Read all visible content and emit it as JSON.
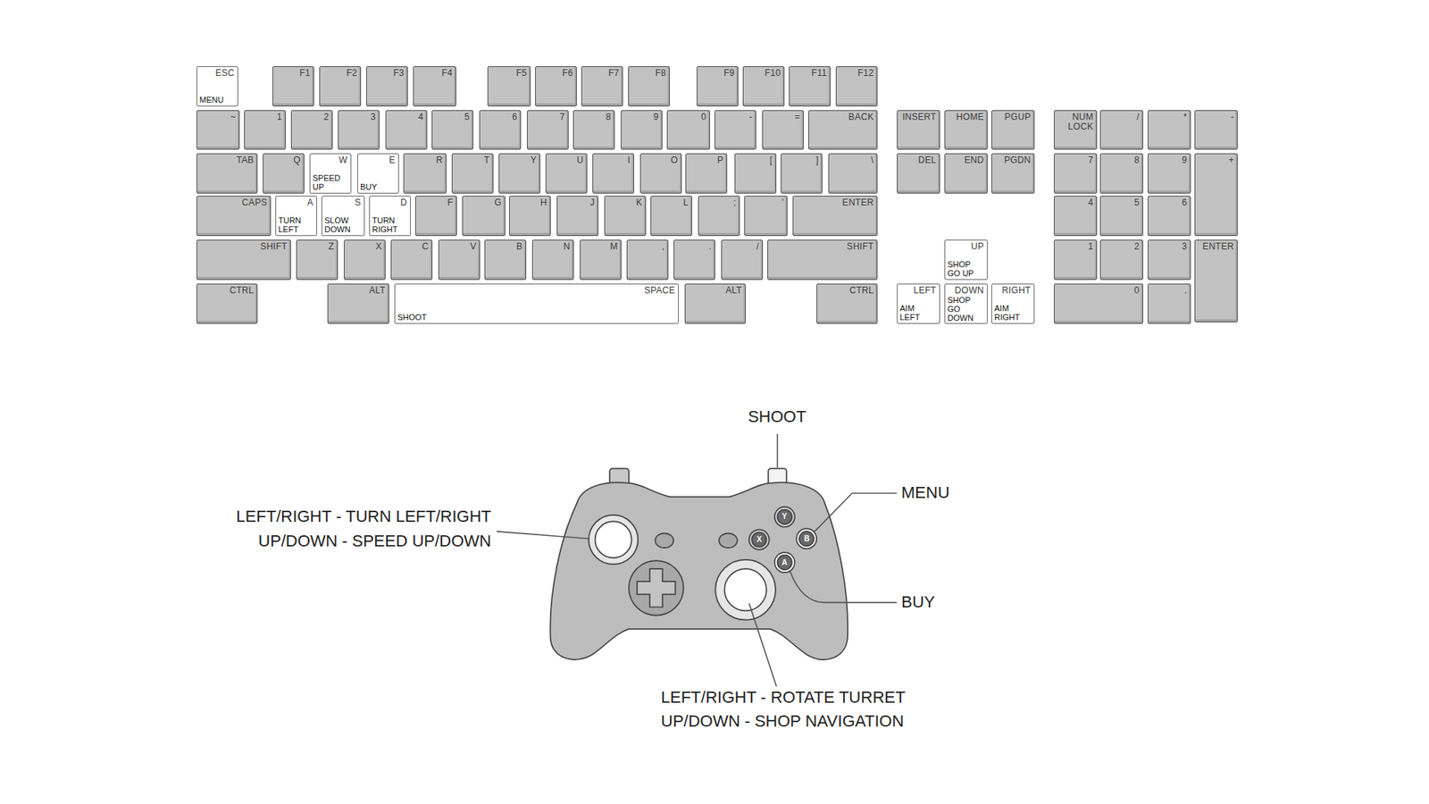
{
  "diagram": {
    "nodes": [
      {
        "text": [
          "ESC",
          "MENU"
        ]
      },
      {
        "text": [
          "F1"
        ]
      },
      {
        "text": [
          "F2"
        ]
      },
      {
        "text": [
          "F3"
        ]
      },
      {
        "text": [
          "F4"
        ]
      },
      {
        "text": [
          "F5"
        ]
      },
      {
        "text": [
          "F6"
        ]
      },
      {
        "text": [
          "F7"
        ]
      },
      {
        "text": [
          "F8"
        ]
      },
      {
        "text": [
          "F9"
        ]
      },
      {
        "text": [
          "F10"
        ]
      },
      {
        "text": [
          "F11"
        ]
      },
      {
        "text": [
          "F12"
        ]
      },
      {
        "text": [
          "~"
        ]
      },
      {
        "text": [
          "1"
        ]
      },
      {
        "text": [
          "2"
        ]
      },
      {
        "text": [
          "3"
        ]
      },
      {
        "text": [
          "4"
        ]
      },
      {
        "text": [
          "5"
        ]
      },
      {
        "text": [
          "6"
        ]
      },
      {
        "text": [
          "7"
        ]
      },
      {
        "text": [
          "8"
        ]
      },
      {
        "text": [
          "9"
        ]
      },
      {
        "text": [
          "0"
        ]
      },
      {
        "text": [
          "-"
        ]
      },
      {
        "text": [
          "="
        ]
      },
      {
        "text": [
          "BACK"
        ]
      },
      {
        "text": [
          "INSERT"
        ]
      },
      {
        "text": [
          "HOME"
        ]
      },
      {
        "text": [
          "PGUP"
        ]
      },
      {
        "text": [
          "NUM LOCK"
        ]
      },
      {
        "text": [
          "/"
        ]
      },
      {
        "text": [
          "*"
        ]
      },
      {
        "text": [
          "-"
        ]
      },
      {
        "text": [
          "TAB"
        ]
      },
      {
        "text": [
          "Q"
        ]
      },
      {
        "text": [
          "W",
          "SPEED UP"
        ]
      },
      {
        "text": [
          "E",
          "BUY"
        ]
      },
      {
        "text": [
          "R"
        ]
      },
      {
        "text": [
          "T"
        ]
      },
      {
        "text": [
          "Y"
        ]
      },
      {
        "text": [
          "U"
        ]
      },
      {
        "text": [
          "I"
        ]
      },
      {
        "text": [
          "O"
        ]
      },
      {
        "text": [
          "P"
        ]
      },
      {
        "text": [
          "["
        ]
      },
      {
        "text": [
          "]"
        ]
      },
      {
        "text": [
          "\\"
        ]
      },
      {
        "text": [
          "DEL"
        ]
      },
      {
        "text": [
          "END"
        ]
      },
      {
        "text": [
          "PGDN"
        ]
      },
      {
        "text": [
          "7"
        ]
      },
      {
        "text": [
          "8"
        ]
      },
      {
        "text": [
          "9"
        ]
      },
      {
        "text": [
          "+"
        ]
      },
      {
        "text": [
          "CAPS"
        ]
      },
      {
        "text": [
          "A",
          "TURN LEFT"
        ]
      },
      {
        "text": [
          "S",
          "SLOW DOWN"
        ]
      },
      {
        "text": [
          "D",
          "TURN RIGHT"
        ]
      },
      {
        "text": [
          "F"
        ]
      },
      {
        "text": [
          "G"
        ]
      },
      {
        "text": [
          "H"
        ]
      },
      {
        "text": [
          "J"
        ]
      },
      {
        "text": [
          "K"
        ]
      },
      {
        "text": [
          "L"
        ]
      },
      {
        "text": [
          ";"
        ]
      },
      {
        "text": [
          "'"
        ]
      },
      {
        "text": [
          "ENTER"
        ]
      },
      {
        "text": [
          "4"
        ]
      },
      {
        "text": [
          "5"
        ]
      },
      {
        "text": [
          "6"
        ]
      },
      {
        "text": [
          "SHIFT"
        ]
      },
      {
        "text": [
          "Z"
        ]
      },
      {
        "text": [
          "X"
        ]
      },
      {
        "text": [
          "C"
        ]
      },
      {
        "text": [
          "V"
        ]
      },
      {
        "text": [
          "B"
        ]
      },
      {
        "text": [
          "N"
        ]
      },
      {
        "text": [
          "M"
        ]
      },
      {
        "text": [
          ","
        ]
      },
      {
        "text": [
          "."
        ]
      },
      {
        "text": [
          "/"
        ]
      },
      {
        "text": [
          "SHIFT"
        ]
      },
      {
        "text": [
          "UP",
          "SHOP GO UP"
        ]
      },
      {
        "text": [
          "1"
        ]
      },
      {
        "text": [
          "2"
        ]
      },
      {
        "text": [
          "3"
        ]
      },
      {
        "text": [
          "ENTER"
        ]
      },
      {
        "text": [
          "CTRL"
        ]
      },
      {
        "text": [
          "ALT"
        ]
      },
      {
        "text": [
          "SPACE",
          "SHOOT"
        ]
      },
      {
        "text": [
          "ALT"
        ]
      },
      {
        "text": [
          "CTRL"
        ]
      },
      {
        "text": [
          "LEFT",
          "AIM LEFT"
        ]
      },
      {
        "text": [
          "DOWN",
          "SHOP GO DOWN"
        ]
      },
      {
        "text": [
          "RIGHT",
          "AIM RIGHT"
        ]
      },
      {
        "text": [
          "0"
        ]
      },
      {
        "text": [
          "."
        ]
      }
    ],
    "labels": [
      "SHOOT",
      "MENU",
      "LEFT/RIGHT - TURN LEFT/RIGHT",
      "UP/DOWN - SPEED UP/DOWN",
      "BUY",
      "LEFT/RIGHT - ROTATE TURRET",
      "UP/DOWN - SHOP NAVIGATION",
      "Y",
      "X",
      "B",
      "A"
    ]
  }
}
